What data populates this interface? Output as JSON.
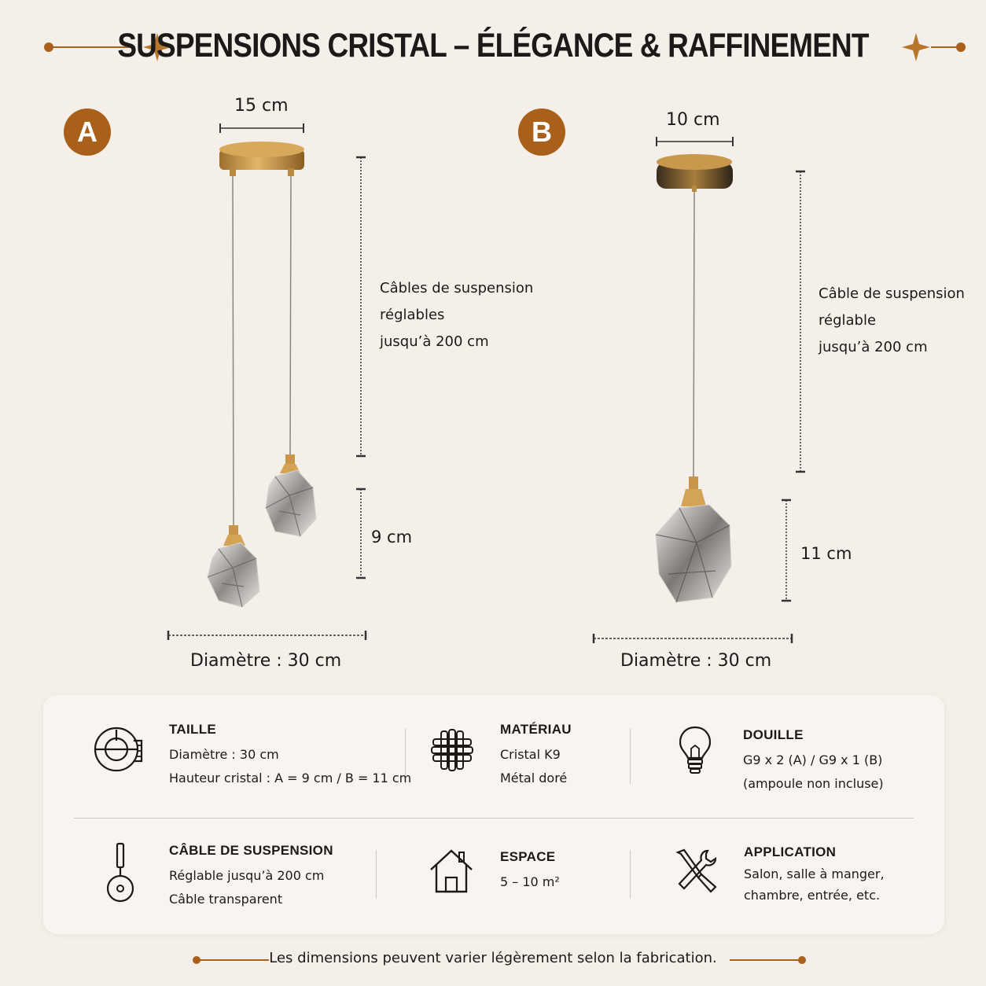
{
  "header": {
    "title": "SUSPENSIONS CRISTAL – ÉLÉGANCE & RAFFINEMENT"
  },
  "colors": {
    "background": "#f5efea",
    "accent": "#a9601a",
    "gold": "#c48a3a",
    "text": "#1c1a18"
  },
  "product_a": {
    "badge": "A",
    "canopy_width": "15 cm",
    "cable_note": [
      "Câbles de suspension",
      "réglables",
      "jusqu’à 200 cm"
    ],
    "crystal_height": "9 cm",
    "diameter": "Diamètre : 30 cm"
  },
  "product_b": {
    "badge": "B",
    "canopy_width": "10 cm",
    "cable_note": [
      "Câble de suspension",
      "réglable",
      "jusqu’à 200 cm"
    ],
    "crystal_height": "11 cm",
    "diameter": "Diamètre : 30 cm"
  },
  "specs": [
    {
      "icon": "size-icon",
      "title": "TAILLE",
      "lines": [
        "Diamètre : 30 cm",
        "Hauteur cristal : A = 9 cm / B = 11 cm"
      ]
    },
    {
      "icon": "crystal-material-icon",
      "title": "MATÉRIAU",
      "lines": [
        "Cristal K9",
        "Métal doré"
      ]
    },
    {
      "icon": "light-bulb-icon",
      "title": "DOUILLE",
      "lines": [
        "G9 x 2 (A) / G9 x 1 (B)",
        "(ampoule non incluse)"
      ]
    },
    {
      "icon": "cable-icon",
      "title": "CÂBLE DE SUSPENSION",
      "lines": [
        "Réglable jusqu’à 200 cm",
        "Câble transparent"
      ]
    },
    {
      "icon": "house-icon",
      "title": "ESPACE",
      "lines": [
        "5 – 10 m²"
      ]
    },
    {
      "icon": "tools-icon",
      "title": "APPLICATION",
      "lines": [
        "Salon, salle à manger,",
        "chambre, entrée, etc."
      ]
    }
  ],
  "footer": {
    "note": "Les dimensions peuvent varier légèrement selon la fabrication."
  }
}
